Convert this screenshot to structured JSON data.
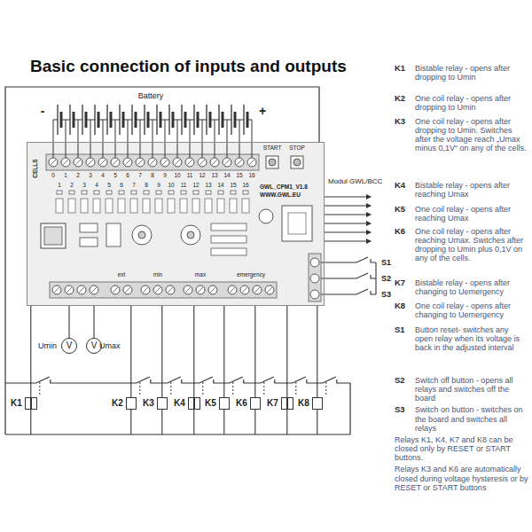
{
  "diagram": {
    "title": "Basic connection of inputs and outputs",
    "nodes": [
      {
        "text": [
          "GWL_CPM1_V1.8",
          "WWW.GWL.EU"
        ]
      },
      {
        "text": [
          "V"
        ]
      },
      {
        "text": [
          "V"
        ]
      },
      {
        "text": [
          "K1"
        ]
      },
      {
        "text": [
          "K2"
        ]
      },
      {
        "text": [
          "K3"
        ]
      },
      {
        "text": [
          "K4"
        ]
      },
      {
        "text": [
          "K5"
        ]
      },
      {
        "text": [
          "K6"
        ]
      },
      {
        "text": [
          "K7"
        ]
      },
      {
        "text": [
          "K8"
        ]
      }
    ],
    "edges": [
      {
        "from": 0,
        "to": 1,
        "arrow": "none"
      },
      {
        "from": 0,
        "to": 2,
        "arrow": "none"
      },
      {
        "from": 0,
        "to": 3,
        "arrow": "none"
      },
      {
        "from": 0,
        "to": 4,
        "arrow": "none"
      },
      {
        "from": 0,
        "to": 5,
        "arrow": "none"
      },
      {
        "from": 0,
        "to": 6,
        "arrow": "none"
      },
      {
        "from": 0,
        "to": 7,
        "arrow": "none"
      },
      {
        "from": 0,
        "to": 8,
        "arrow": "none"
      },
      {
        "from": 0,
        "to": 9,
        "arrow": "none"
      },
      {
        "from": 0,
        "to": 10,
        "arrow": "none"
      }
    ],
    "labels": [
      "Battery",
      "-",
      "+",
      "CELLS",
      "START",
      "STOP",
      "0",
      "1",
      "2",
      "3",
      "4",
      "5",
      "6",
      "7",
      "8",
      "9",
      "10",
      "11",
      "12",
      "13",
      "14",
      "15",
      "16",
      "1",
      "2",
      "3",
      "4",
      "5",
      "6",
      "7",
      "8",
      "9",
      "10",
      "11",
      "12",
      "13",
      "14",
      "15",
      "16",
      "ext",
      "min",
      "max",
      "emergency",
      "Modul GWL/BCC",
      "S1",
      "S2",
      "S3",
      "Umin",
      "Umax",
      "K1",
      "Bistable relay - opens after dropping to Umin",
      "K2",
      "One coil relay - opens after dropping to Umin",
      "K3",
      "One coil relay - opens after dropping to Umin. Switches after the voltage reach „Umax minus 0,1V“ on any of the cells.",
      "K4",
      "Bistable relay - opens after reaching Umax",
      "K5",
      "One coil relay - opens after reaching Umax",
      "K6",
      "One coil relay - opens after reaching Umax. Switches after dropping to Umin plus 0,1V on any of the cells.",
      "K7",
      "Bistable relay - opens after changing to Uemergency",
      "K8",
      "One coil relay - opens after changing to Uemergency",
      "S1",
      "Button reset- switches any open relay when its voltage is back in the adjusted interval",
      "S2",
      "Switch off button - opens all relays and switches off the board",
      "S3",
      "Switch on button - switches on the board and switches all relays",
      "Relays K1, K4, K7 and K8 can be closed only by RESET or START buttons.",
      "Relays K3 and K6 are automatically closed during voltage hysteresis or by RESET or START buttons"
    ]
  }
}
